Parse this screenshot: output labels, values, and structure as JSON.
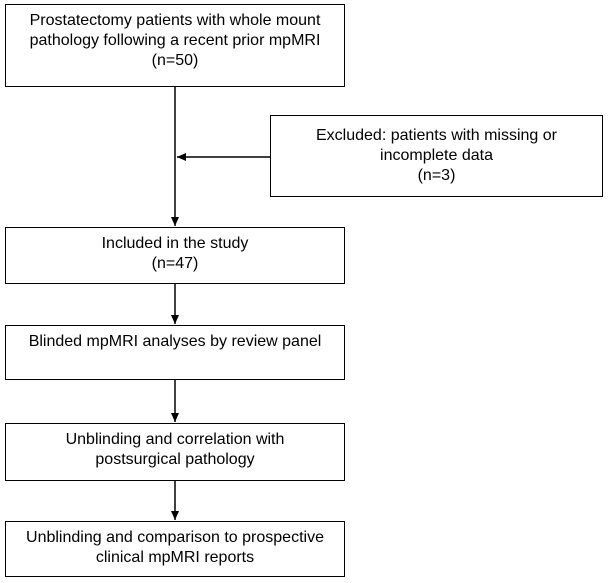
{
  "flowchart": {
    "nodes": [
      {
        "id": "enrolled",
        "lines": [
          "Prostatectomy patients with whole mount",
          "pathology following a recent prior mpMRI",
          "(n=50)"
        ]
      },
      {
        "id": "excluded",
        "lines": [
          "Excluded: patients with missing or",
          "incomplete data",
          "(n=3)"
        ]
      },
      {
        "id": "included",
        "lines": [
          "Included in the study",
          "(n=47)"
        ]
      },
      {
        "id": "blinded",
        "lines": [
          "Blinded mpMRI analyses by review panel"
        ]
      },
      {
        "id": "pathology",
        "lines": [
          "Unblinding and correlation with",
          "postsurgical pathology"
        ]
      },
      {
        "id": "reports",
        "lines": [
          "Unblinding and comparison to prospective",
          "clinical mpMRI reports"
        ]
      }
    ],
    "edges": [
      {
        "from": "enrolled",
        "to": "included"
      },
      {
        "from": "excluded",
        "to": "enrolled-included-line"
      },
      {
        "from": "included",
        "to": "blinded"
      },
      {
        "from": "blinded",
        "to": "pathology"
      },
      {
        "from": "pathology",
        "to": "reports"
      }
    ],
    "line_color": "#000000"
  }
}
